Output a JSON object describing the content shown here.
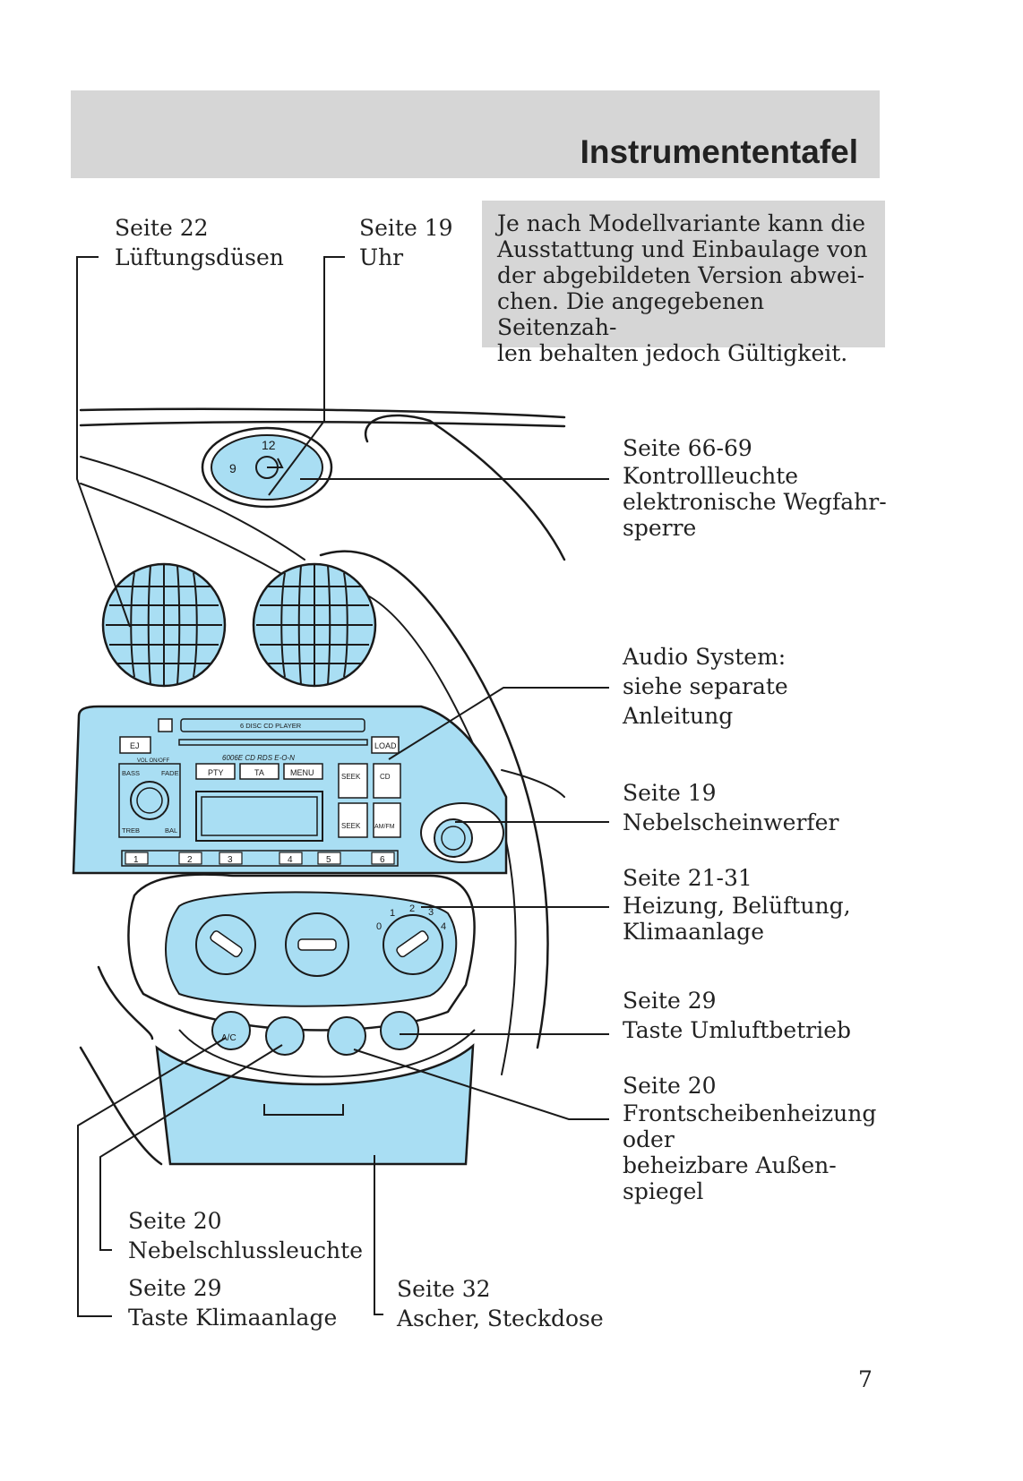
{
  "header": {
    "title": "Instrumententafel"
  },
  "notice": "Je nach Modellvariante kann die Ausstattung und Einbaulage von der abgebildeten Version abwei-chen. Die angegebenen Seitenzah-len behalten jedoch Gültigkeit.",
  "notice_lines": [
    "Je nach Modellvariante kann die",
    "Ausstattung und Einbaulage von",
    "der abgebildeten Version abwei-",
    "chen. Die angegebenen Seitenzah-",
    "len behalten jedoch Gültigkeit."
  ],
  "callouts": {
    "vents": {
      "page": "Seite 22",
      "label": "Lüftungsdüsen"
    },
    "clock": {
      "page": "Seite 19",
      "label": "Uhr"
    },
    "immobilizer": {
      "page": "Seite 66-69",
      "lines": [
        "Kontrollleuchte",
        "elektronische Wegfahr-",
        "sperre"
      ]
    },
    "audio": {
      "lines": [
        "Audio System:",
        "siehe separate",
        "Anleitung"
      ]
    },
    "fog_lamps": {
      "page": "Seite 19",
      "label": "Nebelscheinwerfer"
    },
    "heating": {
      "page": "Seite 21-31",
      "lines": [
        "Heizung, Belüftung,",
        "Klimaanlage"
      ]
    },
    "recirculation": {
      "page": "Seite 29",
      "label": "Taste Umluftbetrieb"
    },
    "screen_heating": {
      "page": "Seite 20",
      "lines": [
        "Frontscheibenheizung",
        "oder",
        "beheizbare Außen-",
        "spiegel"
      ]
    },
    "rear_fog": {
      "page": "Seite 20",
      "label": "Nebelschlussleuchte"
    },
    "ac_button": {
      "page": "Seite 29",
      "label": "Taste Klimaanlage"
    },
    "ashtray": {
      "page": "Seite 32",
      "label": "Ascher, Steckdose"
    }
  },
  "radio": {
    "disc_label": "6 DISC CD PLAYER",
    "model": "6006E  CD RDS E-O-N",
    "buttons": {
      "ej": "EJ",
      "load": "LOAD",
      "vol": "VOL ON/OFF",
      "bass": "BASS",
      "fade": "FADE",
      "treb": "TREB",
      "bal": "BAL",
      "pty": "PTY",
      "ta": "TA",
      "menu": "MENU",
      "seek_up": "SEEK",
      "seek_down": "SEEK",
      "cd": "CD",
      "amfm": "AM/FM"
    },
    "presets": [
      "1",
      "2",
      "3",
      "4",
      "5",
      "6"
    ]
  },
  "climate": {
    "fan_scale": [
      "0",
      "1",
      "2",
      "3",
      "4"
    ],
    "ac_label": "A/C"
  },
  "clock_face": {
    "twelve": "12",
    "nine": "9"
  },
  "page_number": "7",
  "colors": {
    "accent_fill": "#a9def3",
    "header_gray": "#d6d6d6",
    "line": "#1a1a1a"
  }
}
